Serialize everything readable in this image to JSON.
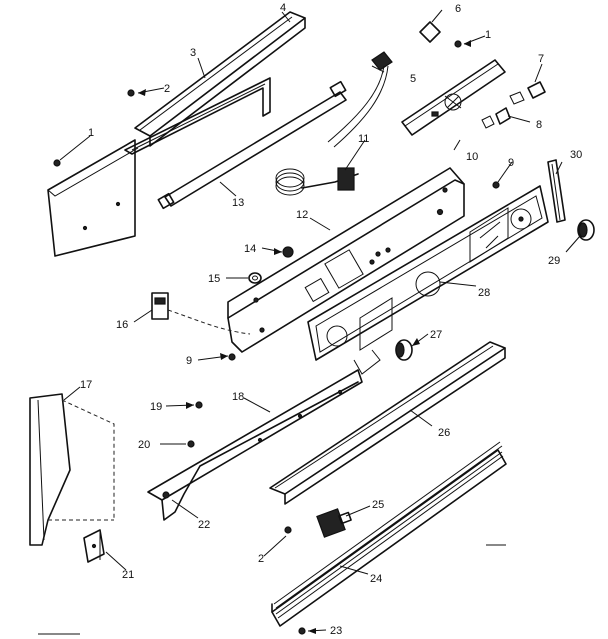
{
  "callouts": [
    {
      "key": "c1a",
      "text": "1"
    },
    {
      "key": "c1b",
      "text": "1"
    },
    {
      "key": "c2a",
      "text": "2"
    },
    {
      "key": "c2b",
      "text": "2"
    },
    {
      "key": "c3",
      "text": "3"
    },
    {
      "key": "c4",
      "text": "4"
    },
    {
      "key": "c5",
      "text": "5"
    },
    {
      "key": "c6",
      "text": "6"
    },
    {
      "key": "c7",
      "text": "7"
    },
    {
      "key": "c8",
      "text": "8"
    },
    {
      "key": "c9a",
      "text": "9"
    },
    {
      "key": "c9b",
      "text": "9"
    },
    {
      "key": "c10",
      "text": "10"
    },
    {
      "key": "c11",
      "text": "11"
    },
    {
      "key": "c12",
      "text": "12"
    },
    {
      "key": "c13",
      "text": "13"
    },
    {
      "key": "c14",
      "text": "14"
    },
    {
      "key": "c15",
      "text": "15"
    },
    {
      "key": "c16",
      "text": "16"
    },
    {
      "key": "c17",
      "text": "17"
    },
    {
      "key": "c18",
      "text": "18"
    },
    {
      "key": "c19",
      "text": "19"
    },
    {
      "key": "c20",
      "text": "20"
    },
    {
      "key": "c21",
      "text": "21"
    },
    {
      "key": "c22",
      "text": "22"
    },
    {
      "key": "c23",
      "text": "23"
    },
    {
      "key": "c24",
      "text": "24"
    },
    {
      "key": "c25",
      "text": "25"
    },
    {
      "key": "c26",
      "text": "26"
    },
    {
      "key": "c27",
      "text": "27"
    },
    {
      "key": "c28",
      "text": "28"
    },
    {
      "key": "c29",
      "text": "29"
    },
    {
      "key": "c30",
      "text": "30"
    }
  ]
}
